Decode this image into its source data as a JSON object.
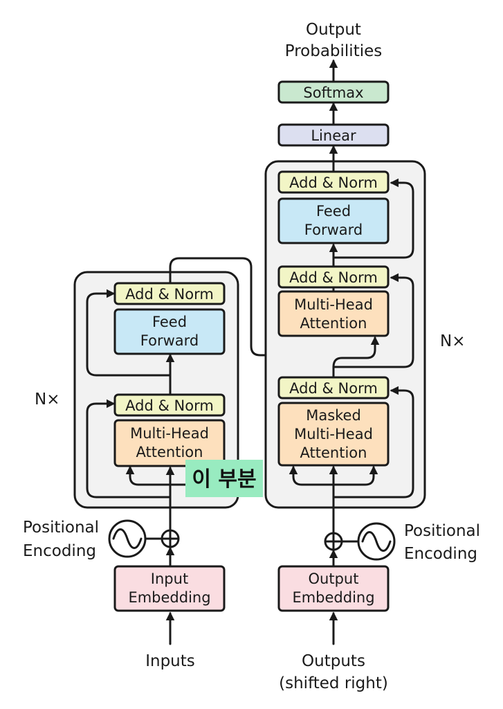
{
  "colors": {
    "add_norm": "#f2f5c6",
    "feed_forward": "#c8e8f6",
    "attention": "#fde0bd",
    "embedding": "#fadde1",
    "linear": "#dcdff0",
    "softmax": "#c9e8cf",
    "stack_bg": "#f2f2f2",
    "highlight": "#98ebc0"
  },
  "output": {
    "line1": "Output",
    "line2": "Probabilities"
  },
  "softmax": "Softmax",
  "linear": "Linear",
  "encoder": {
    "add_norm_top": "Add & Norm",
    "feed_forward": {
      "line1": "Feed",
      "line2": "Forward"
    },
    "add_norm_bottom": "Add & Norm",
    "attention": {
      "line1": "Multi-Head",
      "line2": "Attention"
    },
    "nx": "N×",
    "positional": {
      "line1": "Positional",
      "line2": "Encoding"
    },
    "embedding": {
      "line1": "Input",
      "line2": "Embedding"
    },
    "input_label": "Inputs"
  },
  "decoder": {
    "add_norm_top": "Add & Norm",
    "feed_forward": {
      "line1": "Feed",
      "line2": "Forward"
    },
    "add_norm_mid": "Add & Norm",
    "attention": {
      "line1": "Multi-Head",
      "line2": "Attention"
    },
    "add_norm_bottom": "Add & Norm",
    "masked_attention": {
      "line1": "Masked",
      "line2": "Multi-Head",
      "line3": "Attention"
    },
    "nx": "N×",
    "positional": {
      "line1": "Positional",
      "line2": "Encoding"
    },
    "embedding": {
      "line1": "Output",
      "line2": "Embedding"
    },
    "input_label": {
      "line1": "Outputs",
      "line2": "(shifted right)"
    }
  },
  "annotation": "이 부분"
}
